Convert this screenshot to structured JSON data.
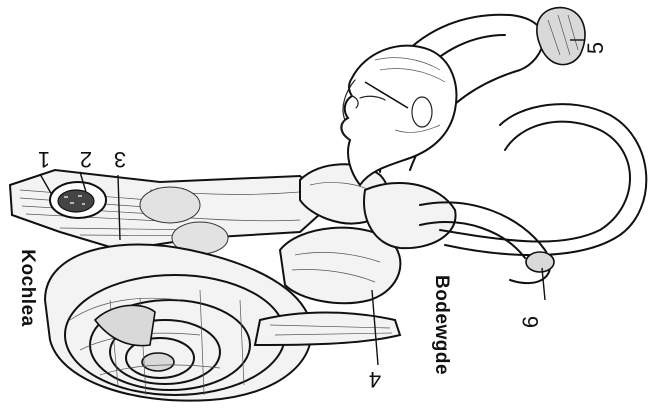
{
  "labels": {
    "cochlea": "Kochlea",
    "vestibule": "Bodewgde",
    "n1": "1",
    "n2": "2",
    "n3": "3",
    "n4": "4",
    "n5": "5",
    "n6": "6"
  },
  "colors": {
    "ink": "#111111",
    "paper": "#ffffff"
  }
}
